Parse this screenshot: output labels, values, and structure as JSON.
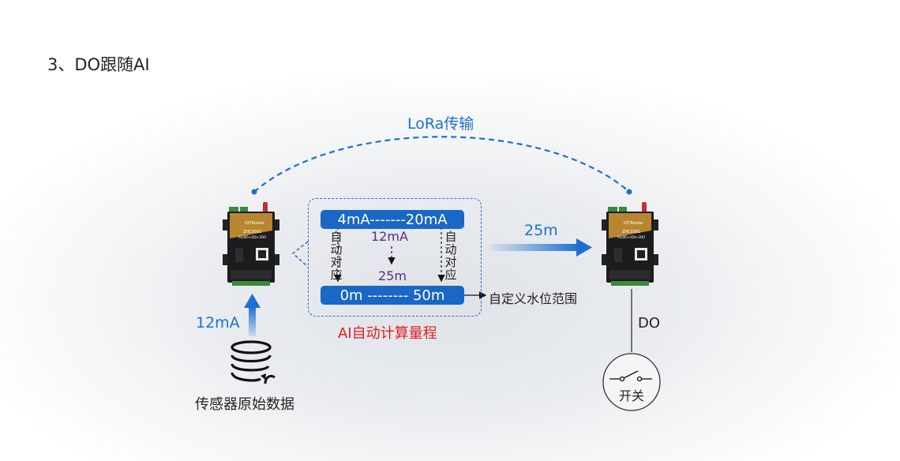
{
  "heading": "3、DO跟随AI",
  "link_label": "LoRa传输",
  "left_device": {
    "brand": "IOTRouter",
    "model": "ZHC0561",
    "submodel": "RS485+4DI+2DO",
    "input_value": "12mA"
  },
  "right_device": {
    "brand": "IOTRouter",
    "model": "ZHC0561",
    "submodel": "RS485+4DI+2DO",
    "received_value": "25m",
    "output_label": "DO"
  },
  "sensor_label": "传感器原始数据",
  "switch_label": "开关",
  "mapping": {
    "top_range": "4mA-------20mA",
    "bottom_range": "0m -------- 50m",
    "auto_map_text": "自动对应",
    "input_point": "12mA",
    "output_point": "25m",
    "caption": "AI自动计算量程",
    "range_note": "自定义水位范围"
  },
  "colors": {
    "accent_blue": "#1e6fd1",
    "pill_blue": "#1967c6",
    "caption_red": "#e21d1d",
    "value_purple": "#5a2c87"
  }
}
